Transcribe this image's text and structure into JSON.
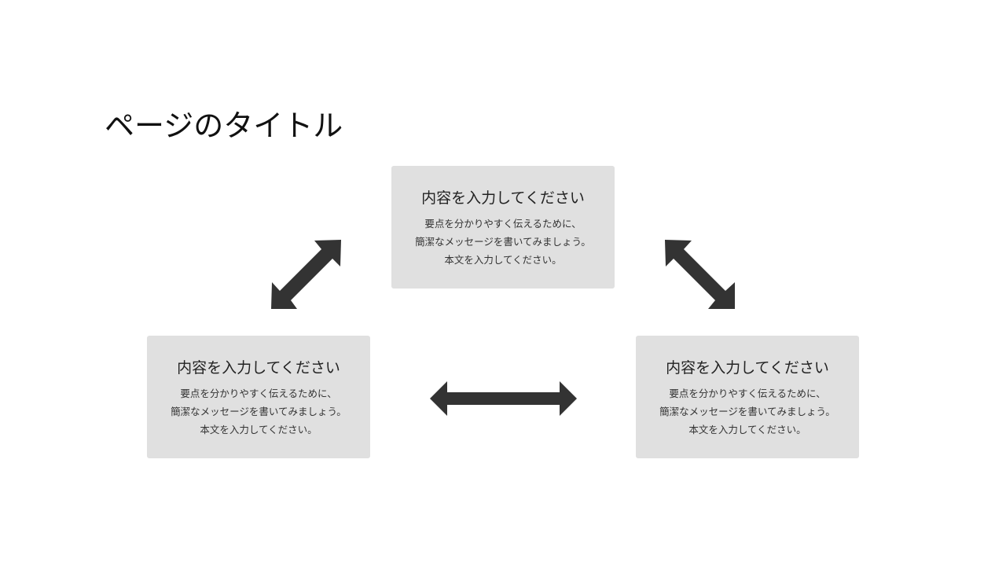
{
  "page": {
    "title": "ページのタイトル"
  },
  "cards": [
    {
      "heading": "内容を入力してください",
      "lines": [
        "要点を分かりやすく伝えるために、",
        "簡潔なメッセージを書いてみましょう。",
        "本文を入力してください。"
      ]
    },
    {
      "heading": "内容を入力してください",
      "lines": [
        "要点を分かりやすく伝えるために、",
        "簡潔なメッセージを書いてみましょう。",
        "本文を入力してください。"
      ]
    },
    {
      "heading": "内容を入力してください",
      "lines": [
        "要点を分かりやすく伝えるために、",
        "簡潔なメッセージを書いてみましょう。",
        "本文を入力してください。"
      ]
    }
  ],
  "colors": {
    "card_background": "#e0e0e0",
    "arrow": "#333333"
  }
}
